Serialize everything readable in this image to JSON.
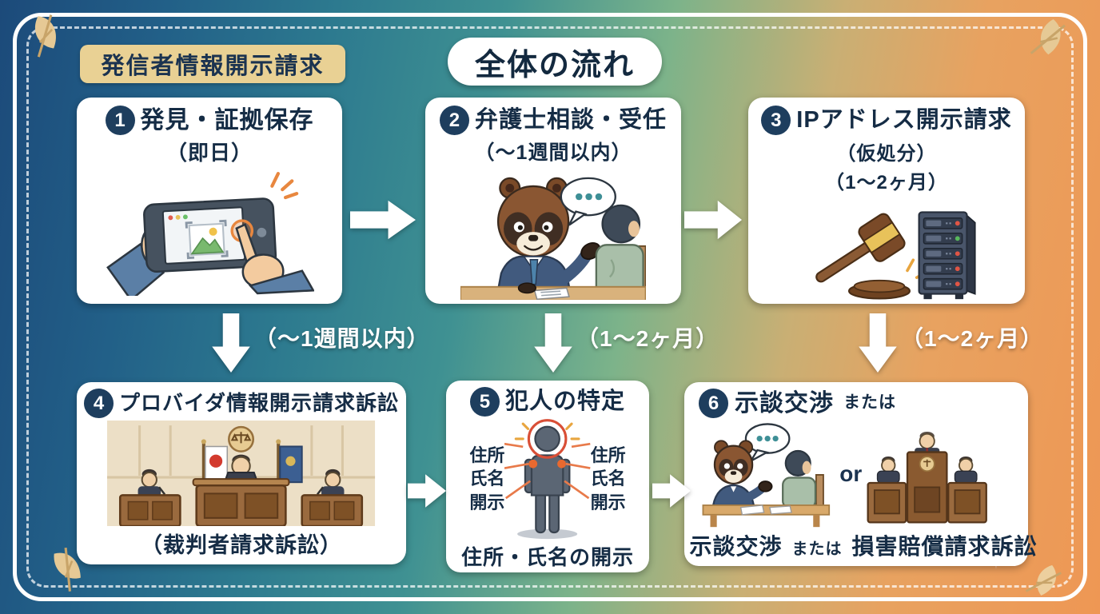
{
  "header": {
    "badge": "発信者情報開示請求",
    "title": "全体の流れ"
  },
  "steps": {
    "s1": {
      "num": "1",
      "title": "発見・証拠保存",
      "sub": "（即日）"
    },
    "s2": {
      "num": "2",
      "title": "弁護士相談・受任",
      "sub": "（〜1週間以内）"
    },
    "s3": {
      "num": "3",
      "title": "IPアドレス開示請求",
      "sub": "（仮処分）",
      "sub2": "（1〜2ヶ月）"
    },
    "s4": {
      "num": "4",
      "title": "プロバイダ情報開示請求訴訟",
      "caption": "（裁判者請求訴訟）"
    },
    "s5": {
      "num": "5",
      "title": "犯人の特定",
      "left": [
        "住所",
        "氏名",
        "開示"
      ],
      "right": [
        "住所",
        "氏名",
        "開示"
      ],
      "caption": "住所・氏名の開示"
    },
    "s6": {
      "num": "6",
      "title": "示談交渉",
      "title_suffix": "または",
      "or": "or",
      "caption_main": "示談交渉",
      "caption_mid": "または",
      "caption_end": "損害賠償請求訴訟"
    }
  },
  "connectors": {
    "down1": "（〜1週間以内）",
    "down2": "（1〜2ヶ月）",
    "down3": "（1〜2ヶ月）"
  },
  "colors": {
    "accent_navy": "#1e3e5e",
    "badge_bg": "#e9d194",
    "orange": "#e8873f",
    "red": "#d94f37",
    "leaf": "#e6c995"
  }
}
